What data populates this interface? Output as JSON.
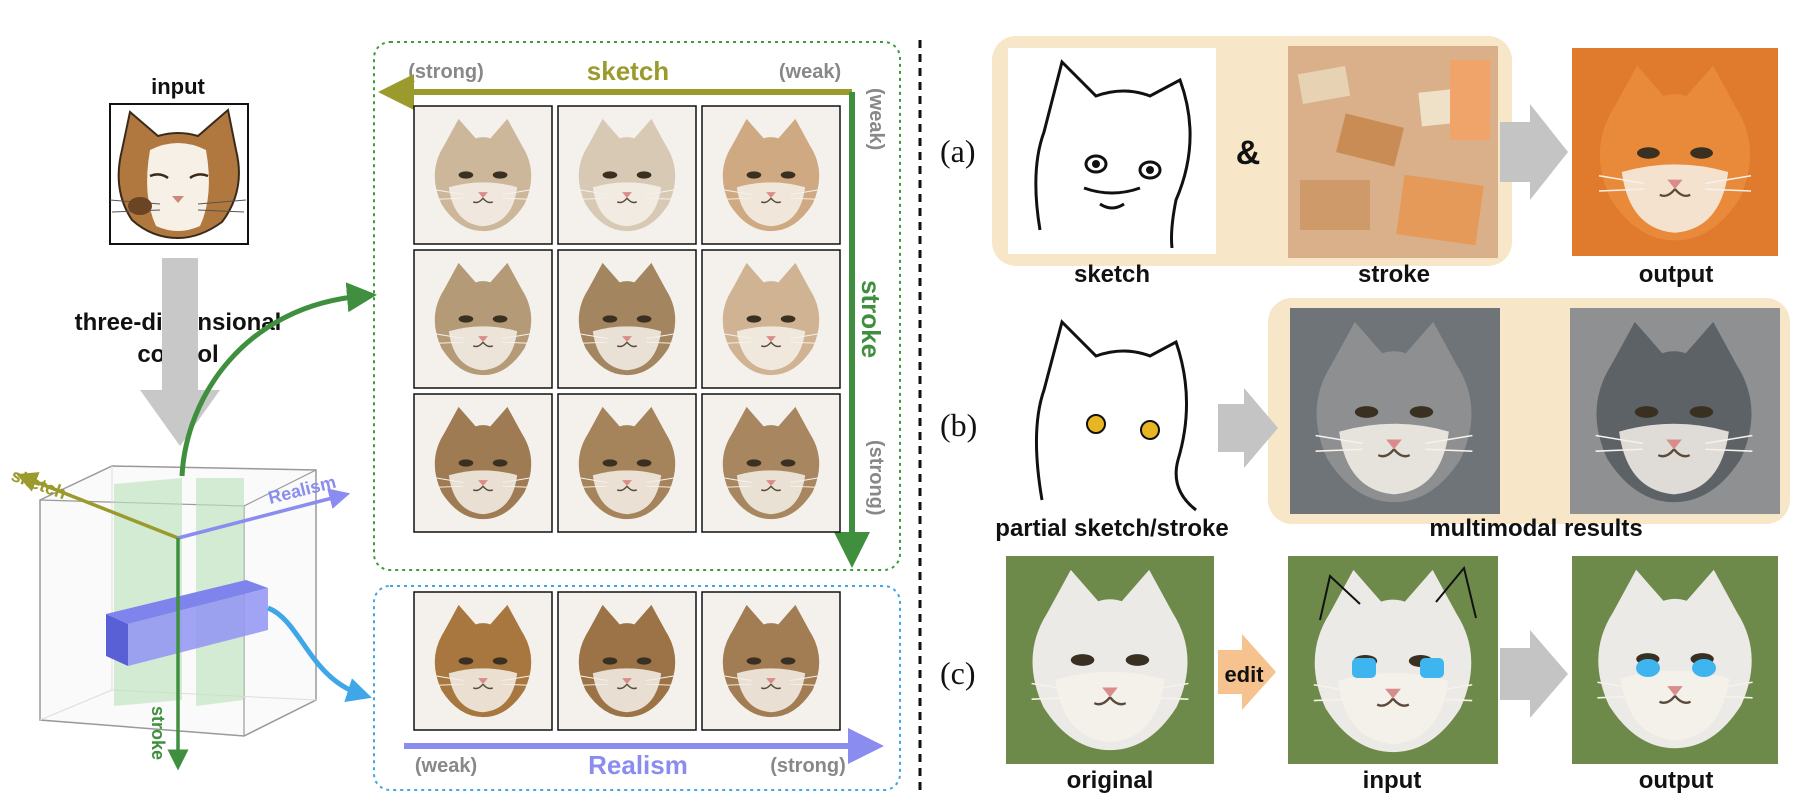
{
  "left": {
    "input_label": "input",
    "control_line1": "three-dimensional",
    "control_line2": "control",
    "cube_axes": {
      "sketch": "sketch",
      "realism": "Realism",
      "stroke": "stroke"
    }
  },
  "grid": {
    "sketch_axis": {
      "label": "sketch",
      "start": "(strong)",
      "end": "(weak)"
    },
    "stroke_axis": {
      "label": "stroke",
      "start": "(weak)",
      "end": "(strong)"
    },
    "realism_axis": {
      "label": "Realism",
      "start": "(weak)",
      "end": "(strong)"
    },
    "thumbnail_tones": [
      "#cdb79b",
      "#d8c9b4",
      "#cfa982",
      "#b59a78",
      "#a3865f",
      "#d0b393",
      "#9e7b52",
      "#a5835b",
      "#a88760"
    ],
    "realism_tones": [
      "#a7773f",
      "#9c7346",
      "#a27d53"
    ]
  },
  "right": {
    "row_a": {
      "tag": "(a)",
      "amp": "&",
      "sketch_label": "sketch",
      "stroke_label": "stroke",
      "output_label": "output"
    },
    "row_b": {
      "tag": "(b)",
      "sketch_label": "partial sketch/stroke",
      "results_label": "multimodal results"
    },
    "row_c": {
      "tag": "(c)",
      "original_label": "original",
      "edit_label": "edit",
      "input_label": "input",
      "output_label": "output"
    },
    "colors": {
      "highlight": "#f8e6c8",
      "gray_arrow": "#c4c4c4",
      "edit_arrow": "#f6c28e"
    }
  },
  "colors": {
    "sketch": "#9b9a2c",
    "stroke": "#3f8f3f",
    "realism": "#8a8cf0",
    "grid_border": "#3f9a3f",
    "realism_border": "#3fa6e8"
  }
}
